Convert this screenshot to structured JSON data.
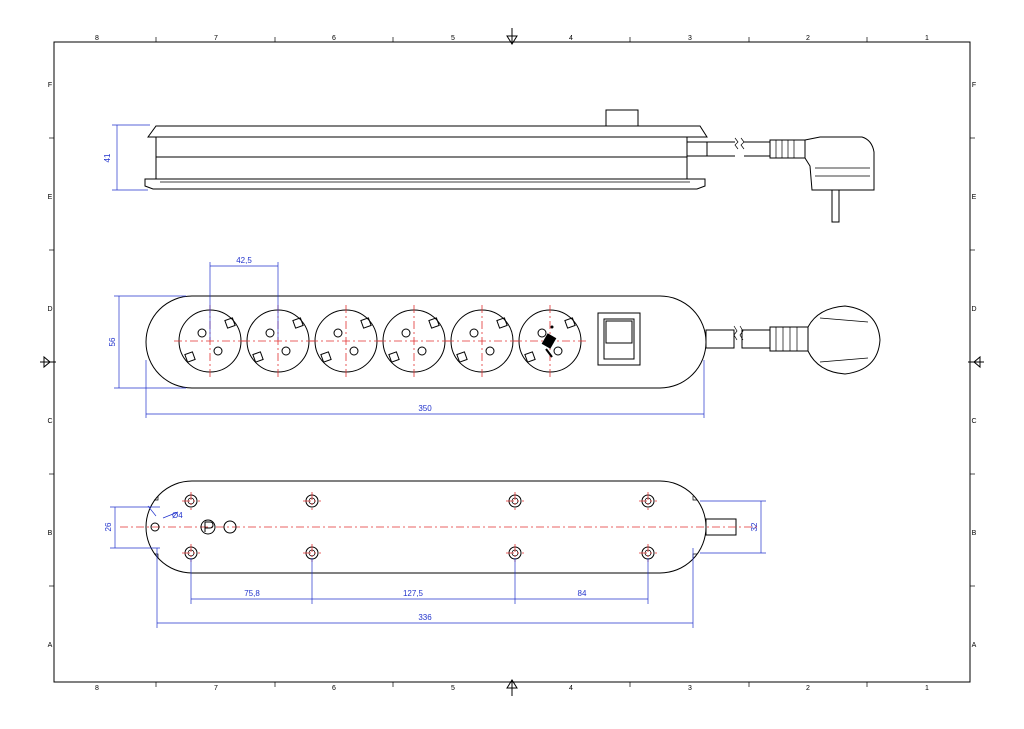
{
  "zones": {
    "columns": [
      "8",
      "7",
      "6",
      "5",
      "4",
      "3",
      "2",
      "1"
    ],
    "rows": [
      "F",
      "E",
      "D",
      "C",
      "B",
      "A"
    ]
  },
  "dimensions": {
    "side_height": "41",
    "socket_pitch": "42,5",
    "body_height": "56",
    "body_length": "350",
    "bottom_height": "26",
    "hole_diameter": "Ø4",
    "cable_height": "32",
    "span_1": "75,8",
    "span_2": "127,5",
    "span_3": "84",
    "bottom_length": "336"
  },
  "colors": {
    "outline": "#000000",
    "centerline": "#e23030",
    "dimension": "#2233cc"
  }
}
